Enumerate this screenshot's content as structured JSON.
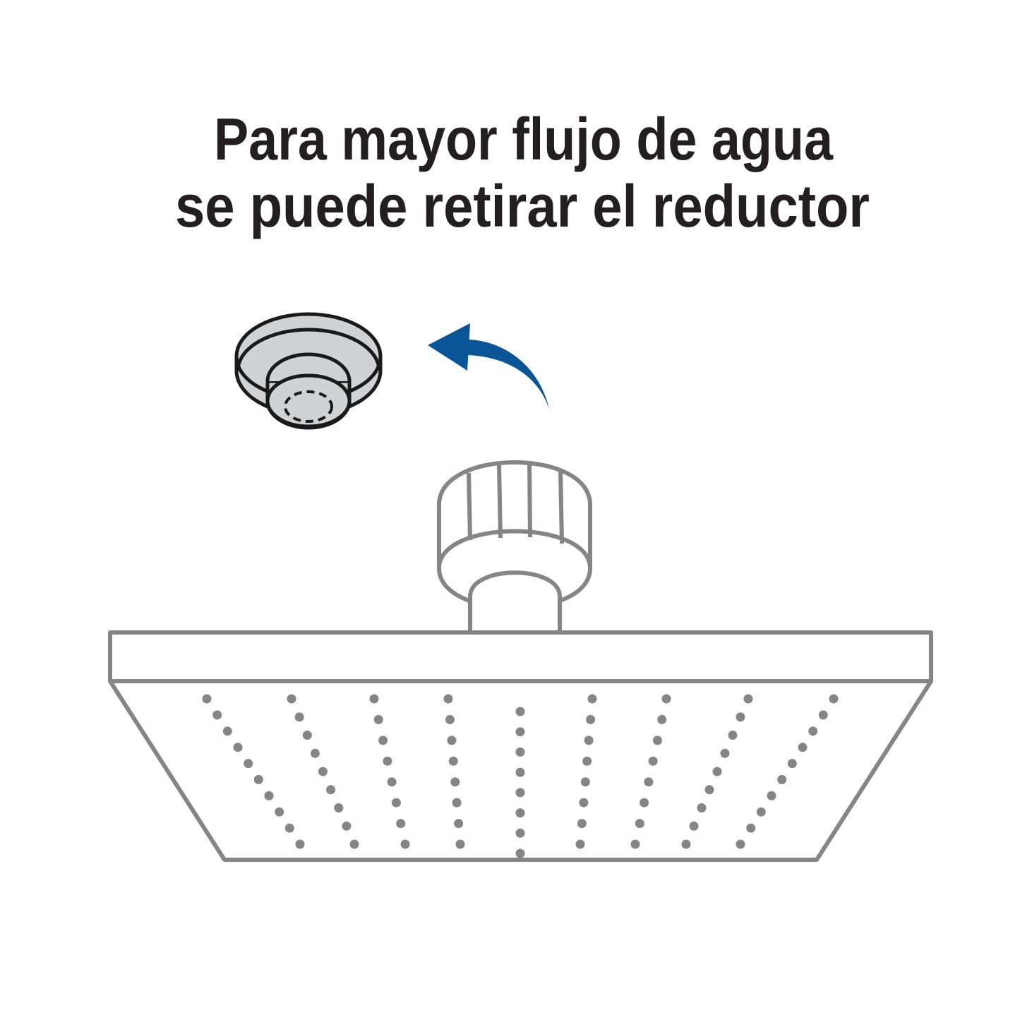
{
  "heading": {
    "line1": "Para mayor flujo de agua",
    "line2": "se puede retirar el reductor",
    "color": "#231f20"
  },
  "illustration": {
    "reducer": {
      "label": "reductor",
      "icon": "flow-reducer-icon",
      "fill": "#d1d2d4",
      "stroke": "#1a1a1a"
    },
    "arrow": {
      "icon": "curved-arrow-left-icon",
      "direction": "up-left",
      "color": "#0a5596"
    },
    "shower_head": {
      "icon": "square-shower-head-icon",
      "stroke": "#858585",
      "nozzle_columns": 9,
      "nozzles_per_column": [
        10,
        9,
        8,
        8,
        8,
        8,
        8,
        9,
        10
      ]
    }
  }
}
